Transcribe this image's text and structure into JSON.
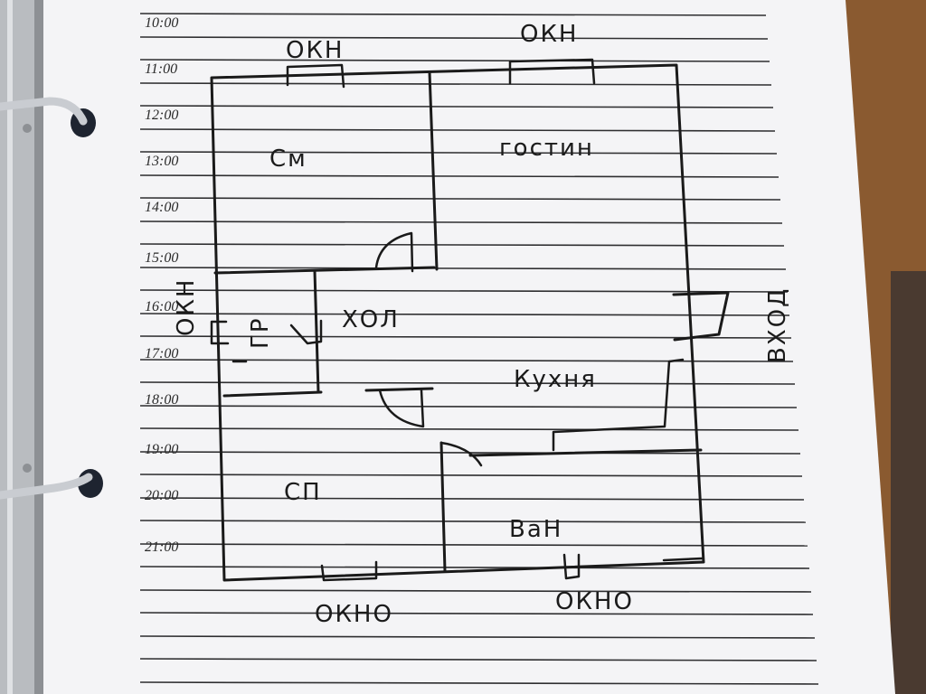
{
  "schedule": {
    "times": [
      "10:00",
      "11:00",
      "12:00",
      "13:00",
      "14:00",
      "15:00",
      "16:00",
      "17:00",
      "18:00",
      "19:00",
      "20:00",
      "21:00"
    ]
  },
  "plan": {
    "rooms": {
      "bedroom_top": "См",
      "living": "гостин",
      "hall": "ХОЛ",
      "kitchen": "Кухня",
      "bedroom_bottom": "СП",
      "bath": "ВаН"
    },
    "labels": {
      "window_top_left": "ОКН",
      "window_top_right": "ОКН",
      "window_left_side": "ОКН",
      "window_bottom_left": "ОКНО",
      "window_bottom_right": "ОКНО",
      "entrance": "ВХОД",
      "wardrobe": "ГР"
    }
  },
  "colors": {
    "background": "#6b5a4c",
    "paper": "#f4f4f6",
    "rule_line": "#2e2e30",
    "ink": "#1a1a1a",
    "binder_rail": "#b9bcc0",
    "ring": "#c9ccd1"
  }
}
